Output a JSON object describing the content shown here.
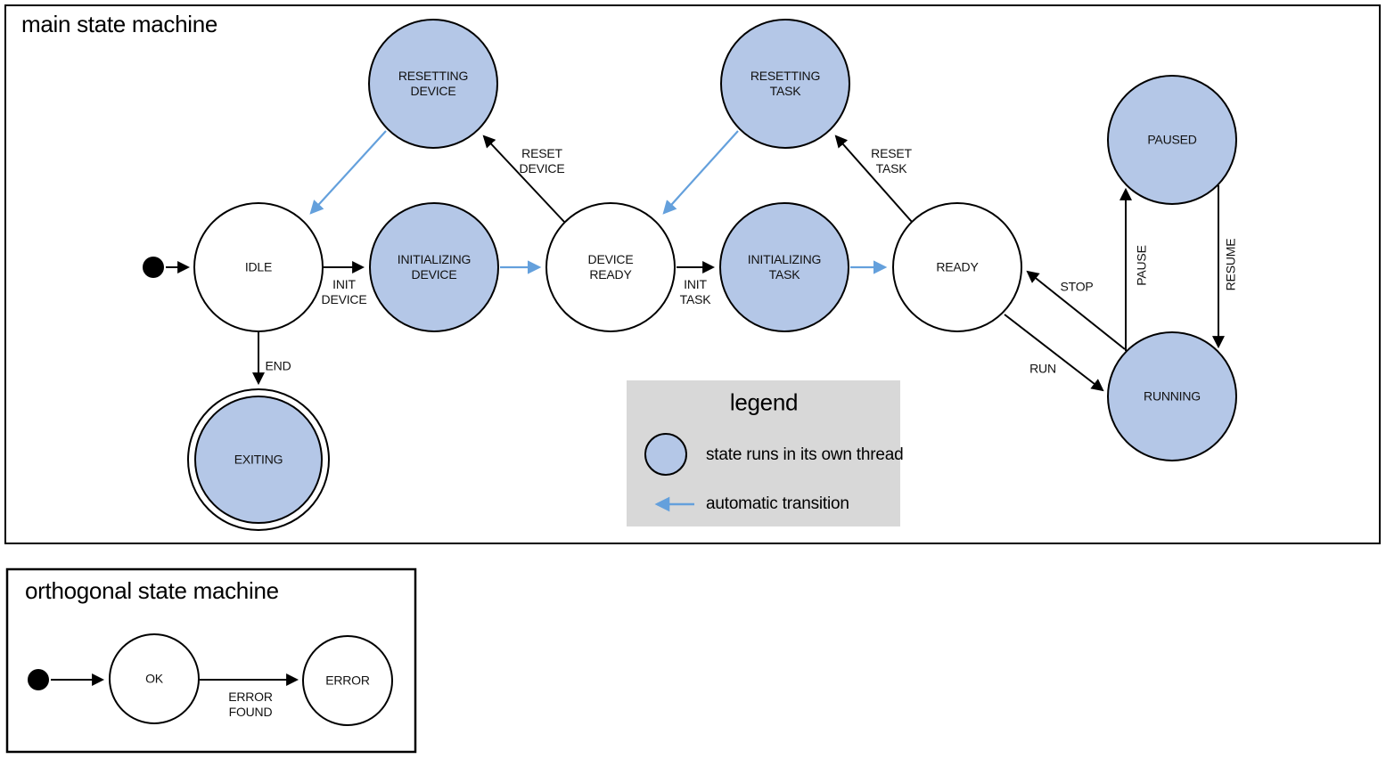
{
  "colors": {
    "thread_fill": "#b4c7e7",
    "plain_fill": "#ffffff",
    "auto_transition": "#64a0dc",
    "stroke": "#000000",
    "legend_bg": "#d8d8d8"
  },
  "main_machine": {
    "title": "main state machine",
    "states": {
      "idle": "IDLE",
      "initializing_device": "INITIALIZING DEVICE",
      "device_ready": "DEVICE READY",
      "resetting_device": "RESETTING DEVICE",
      "initializing_task": "INITIALIZING TASK",
      "ready": "READY",
      "resetting_task": "RESETTING TASK",
      "paused": "PAUSED",
      "running": "RUNNING",
      "exiting": "EXITING"
    },
    "transitions": {
      "init_device": "INIT DEVICE",
      "reset_device": "RESET DEVICE",
      "init_task": "INIT TASK",
      "reset_task": "RESET TASK",
      "end": "END",
      "run": "RUN",
      "stop": "STOP",
      "pause": "PAUSE",
      "resume": "RESUME"
    }
  },
  "legend": {
    "title": "legend",
    "thread_label": "state runs in its own thread",
    "auto_label": "automatic transition"
  },
  "orthogonal_machine": {
    "title": "orthogonal state machine",
    "states": {
      "ok": "OK",
      "error": "ERROR"
    },
    "transitions": {
      "error_found": "ERROR FOUND"
    }
  }
}
